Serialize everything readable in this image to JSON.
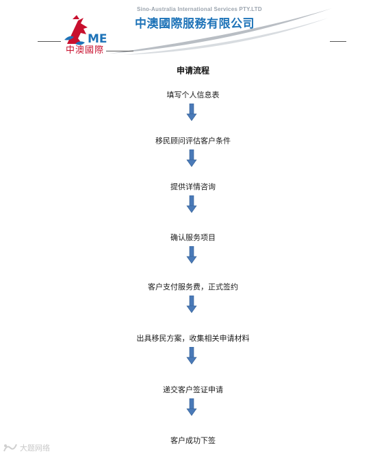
{
  "header": {
    "logo_letters": "ME",
    "logo_cn": "中澳國際",
    "company_en": "Sino-Australia International Services PTY.LTD",
    "company_cn": "中澳國際服務有限公司",
    "colors": {
      "brand_red": "#c8102e",
      "brand_blue": "#1e73b8",
      "swoosh_gray": "#b9bec4"
    }
  },
  "title": "申请流程",
  "steps": [
    "填写个人信息表",
    "移民顾问评估客户条件",
    "提供详情咨询",
    "确认服务项目",
    "客户支付服务费，正式签约",
    "出具移民方案，收集相关申请材料",
    "递交客户签证申请",
    "客户成功下签"
  ],
  "arrow_icon": "down-arrow-icon",
  "arrow_color": "#4a7ab8",
  "watermark": {
    "text": "大题网络"
  }
}
